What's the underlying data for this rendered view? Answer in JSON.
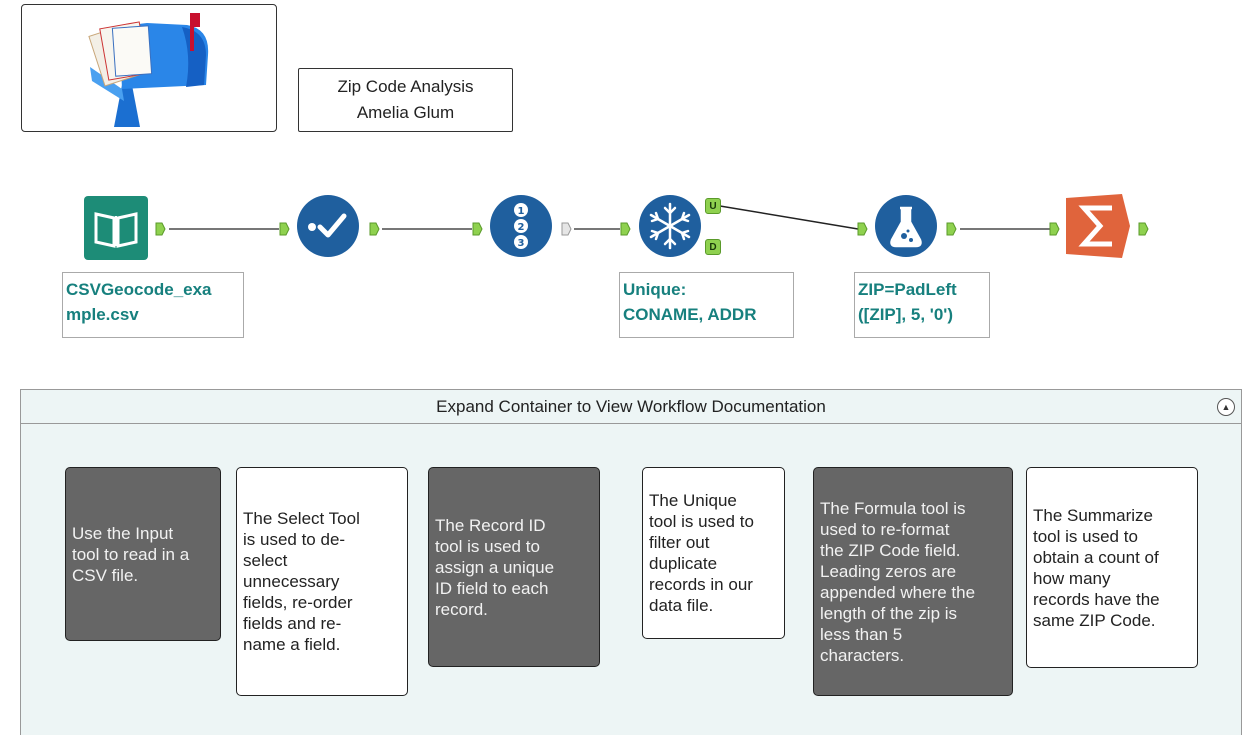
{
  "header": {
    "image_name": "mailbox-with-letters",
    "title_line1": "Zip Code Analysis",
    "title_line2": "Amelia Glum"
  },
  "workflow": {
    "tools": [
      {
        "name": "input-tool",
        "icon": "book-icon",
        "color": "#1d8c77"
      },
      {
        "name": "select-tool",
        "icon": "check-icon",
        "color": "#1f5f9e"
      },
      {
        "name": "record-id-tool",
        "icon": "numbered-list-icon",
        "color": "#1f5f9e"
      },
      {
        "name": "unique-tool",
        "icon": "snowflake-icon",
        "color": "#1f5f9e"
      },
      {
        "name": "formula-tool",
        "icon": "flask-icon",
        "color": "#1f5f9e"
      },
      {
        "name": "summarize-tool",
        "icon": "sigma-icon",
        "color": "#e0643c"
      }
    ],
    "unique_anchor_u": "U",
    "unique_anchor_d": "D",
    "labels": {
      "input": "CSVGeocode_exa\nmple.csv",
      "unique": "Unique:\nCONAME, ADDR",
      "formula": "ZIP=PadLeft\n([ZIP], 5, '0')"
    }
  },
  "container": {
    "title": "Expand Container to View Workflow Documentation",
    "notes": [
      {
        "text": "Use the Input\ntool to read in a\nCSV file.",
        "style": "dark"
      },
      {
        "text": "The Select Tool\nis used to de-\nselect\nunnecessary\nfields, re-order\nfields and re-\nname a field.",
        "style": "light"
      },
      {
        "text": "The Record ID\ntool is used to\nassign a unique\nID field to each\nrecord.",
        "style": "dark"
      },
      {
        "text": "The Unique\ntool is used to\nfilter out\nduplicate\nrecords in our\ndata file.",
        "style": "light"
      },
      {
        "text": "The Formula tool is\nused to re-format\nthe ZIP Code field.\nLeading zeros are\nappended where the\nlength of the zip is\nless than 5\ncharacters.",
        "style": "dark"
      },
      {
        "text": "The Summarize\ntool is used to\nobtain a count of\nhow many\nrecords have the\nsame ZIP Code.",
        "style": "light"
      }
    ]
  }
}
